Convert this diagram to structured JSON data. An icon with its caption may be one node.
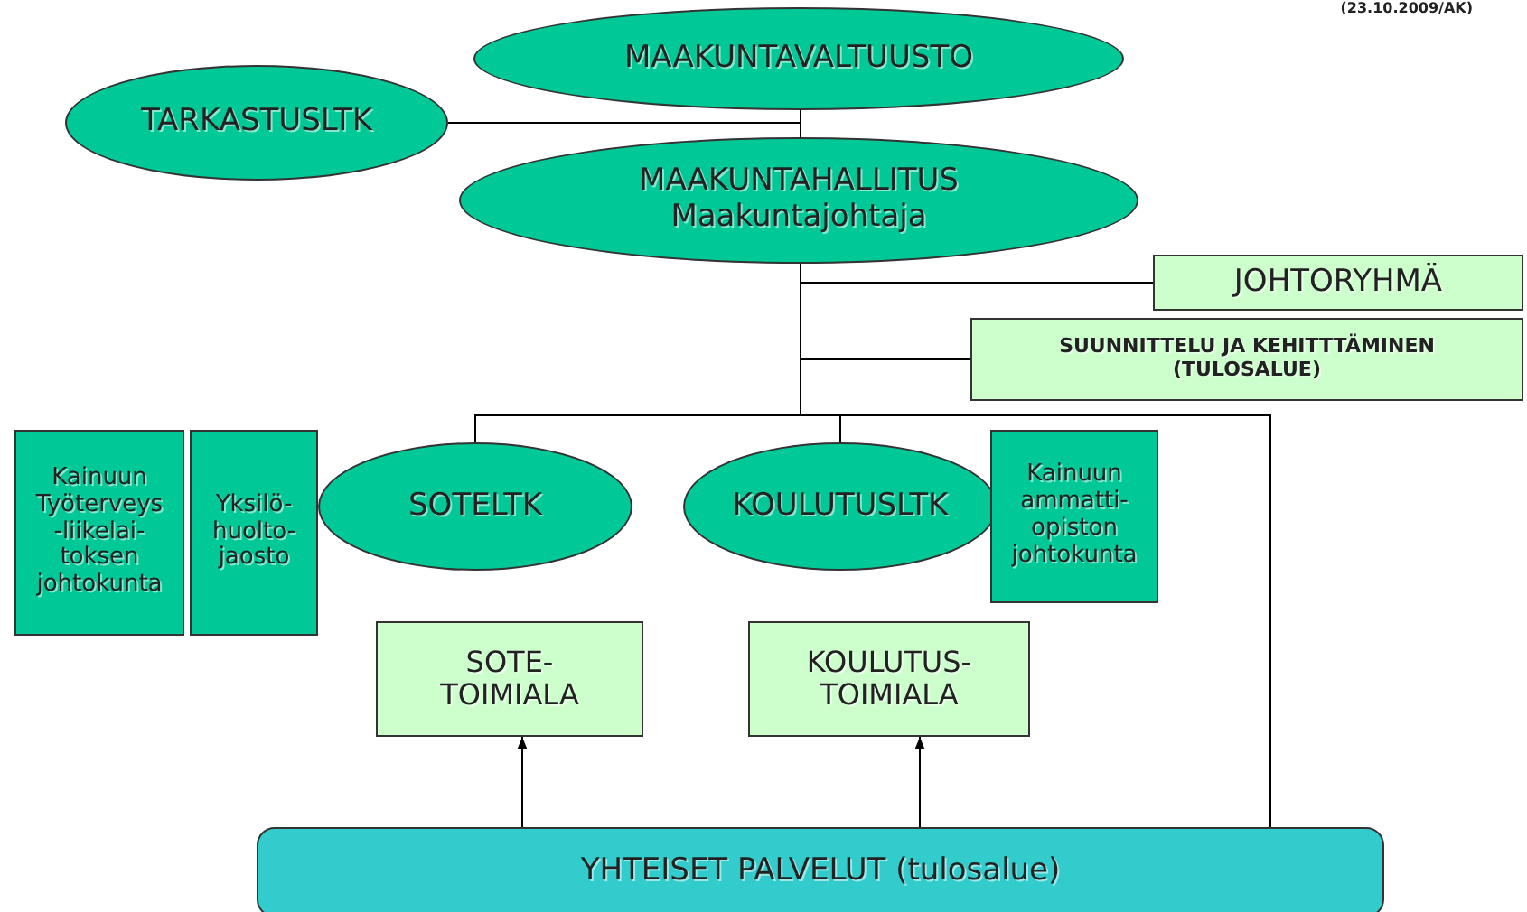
{
  "diagram": {
    "nodes": [
      {
        "text": [
          "MAAKUNTAVALTUUSTO"
        ]
      },
      {
        "text": [
          "TARKASTUSLTK"
        ]
      },
      {
        "text": [
          "MAAKUNTAHALLITUS",
          "Maakuntajohtaja"
        ]
      },
      {
        "text": [
          "JOHTORYHMÄ"
        ]
      },
      {
        "text": [
          "SUUNNITTELU JA KEHITTTÄMINEN (TULOSALUE)"
        ]
      },
      {
        "text": [
          "Kainuun Työterveys -liikelai- toksen johtokunta"
        ]
      },
      {
        "text": [
          "Yksilö- huolto- jaosto"
        ]
      },
      {
        "text": [
          "SOTELTK"
        ]
      },
      {
        "text": [
          "KOULUTUSLTK"
        ]
      },
      {
        "text": [
          "Kainuun ammatti- opiston johtokunta"
        ]
      },
      {
        "text": [
          "SOTE- TOIMIALA"
        ]
      },
      {
        "text": [
          "KOULUTUS- TOIMIALA"
        ]
      },
      {
        "text": [
          "YHTEISET PALVELUT (tulosalue)"
        ]
      }
    ],
    "edges": [
      {
        "from": 0,
        "to": 2,
        "arrow": "none"
      },
      {
        "from": 1,
        "to": 2,
        "arrow": "none"
      },
      {
        "from": 2,
        "to": 3,
        "arrow": "none"
      },
      {
        "from": 2,
        "to": 4,
        "arrow": "none"
      },
      {
        "from": 2,
        "to": 7,
        "arrow": "none"
      },
      {
        "from": 2,
        "to": 8,
        "arrow": "none"
      },
      {
        "from": 2,
        "to": 12,
        "arrow": "none"
      },
      {
        "from": 12,
        "to": 10,
        "arrow": "to"
      },
      {
        "from": 12,
        "to": 11,
        "arrow": "to"
      }
    ],
    "labels": [
      "(23.10.2009/AK)"
    ]
  }
}
